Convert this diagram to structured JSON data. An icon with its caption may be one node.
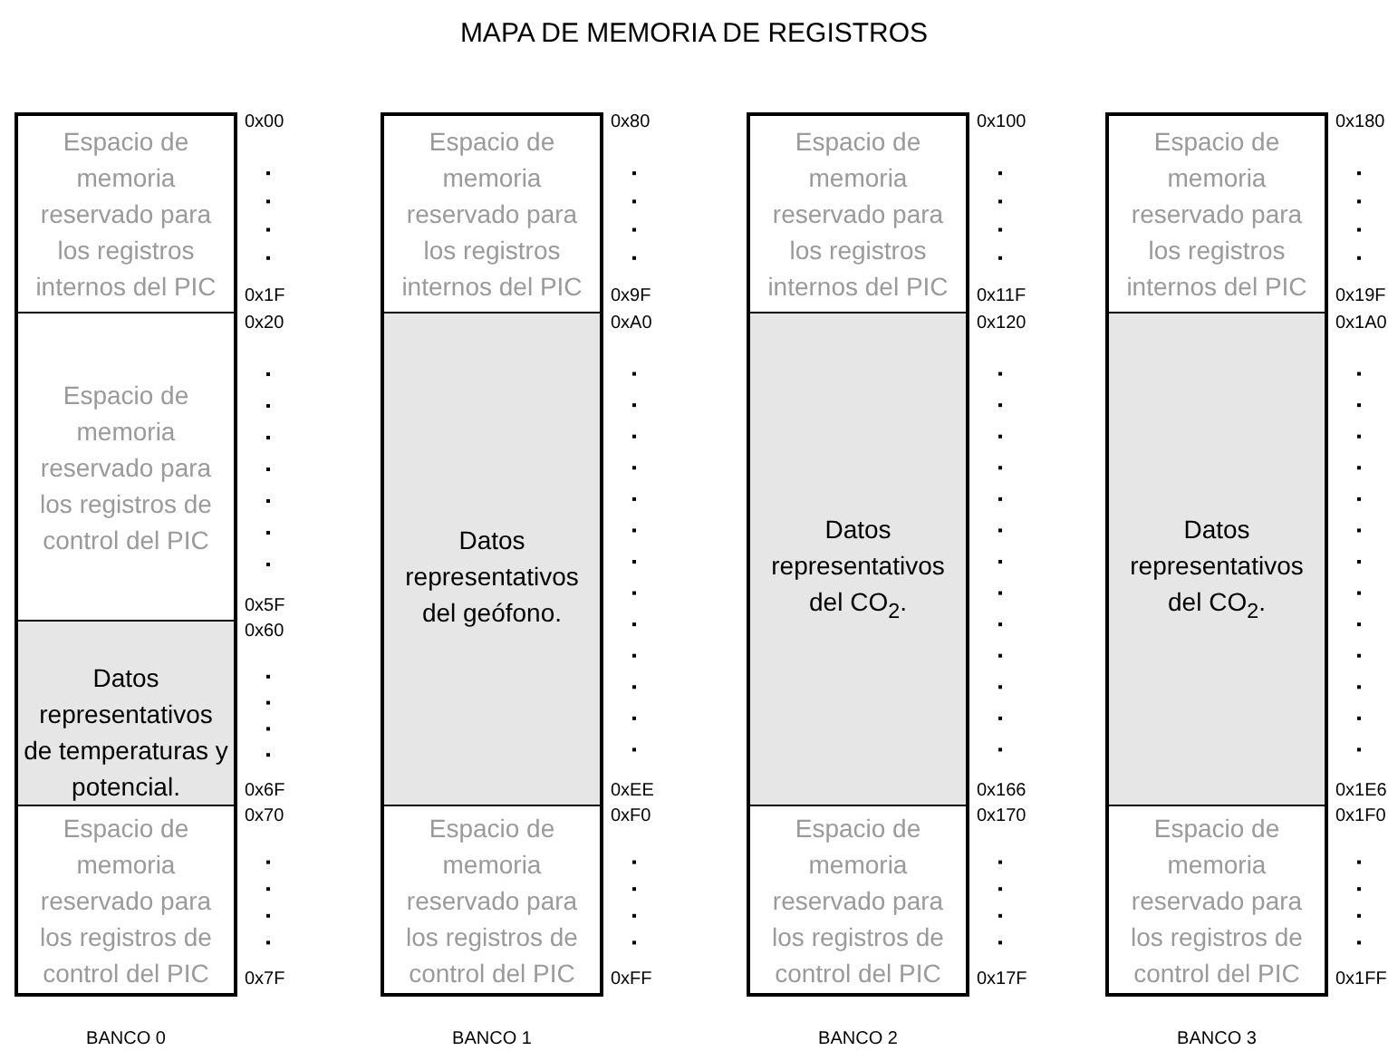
{
  "diagram": {
    "title": "MAPA DE MEMORIA DE REGISTROS",
    "nodes": [
      {
        "text": [],
        "shape": "box",
        "beside": [
          "BANCO 0"
        ]
      },
      {
        "text": [
          "Espacio de memoria reservado para los registros internos del PIC"
        ],
        "in": 0,
        "beside": [
          "0x00",
          "0x1F"
        ]
      },
      {
        "text": [
          "Espacio de memoria reservado para los registros de control del PIC"
        ],
        "in": 0,
        "beside": [
          "0x20",
          "0x5F"
        ]
      },
      {
        "text": [
          "Datos representativos de temperaturas y potencial."
        ],
        "in": 0,
        "beside": [
          "0x60",
          "0x6F"
        ]
      },
      {
        "text": [
          "Espacio de memoria reservado para los registros de control del PIC"
        ],
        "in": 0,
        "beside": [
          "0x70",
          "0x7F"
        ]
      },
      {
        "text": [],
        "shape": "box",
        "beside": [
          "BANCO 1"
        ]
      },
      {
        "text": [
          "Espacio de memoria reservado para los registros internos del PIC"
        ],
        "in": 5,
        "beside": [
          "0x80",
          "0x9F"
        ]
      },
      {
        "text": [
          "Datos representativos del geófono."
        ],
        "in": 5,
        "beside": [
          "0xA0",
          "0xEE"
        ]
      },
      {
        "text": [
          "Espacio de memoria reservado para los registros de control del PIC"
        ],
        "in": 5,
        "beside": [
          "0xF0",
          "0xFF"
        ]
      },
      {
        "text": [],
        "shape": "box",
        "beside": [
          "BANCO 2"
        ]
      },
      {
        "text": [
          "Espacio de memoria reservado para los registros internos del PIC"
        ],
        "in": 9,
        "beside": [
          "0x100",
          "0x11F"
        ]
      },
      {
        "text": [
          "Datos representativos del CO$_{2}$."
        ],
        "in": 9,
        "beside": [
          "0x120",
          "0x166"
        ]
      },
      {
        "text": [
          "Espacio de memoria reservado para los registros de control del PIC"
        ],
        "in": 9,
        "beside": [
          "0x170",
          "0x17F"
        ]
      },
      {
        "text": [],
        "shape": "box",
        "beside": [
          "BANCO 3"
        ]
      },
      {
        "text": [
          "Espacio de memoria reservado para los registros internos del PIC"
        ],
        "in": 13,
        "beside": [
          "0x180",
          "0x19F"
        ]
      },
      {
        "text": [
          "Datos representativos del CO$_{2}$."
        ],
        "in": 13,
        "beside": [
          "0x1A0",
          "0x1E6"
        ]
      },
      {
        "text": [
          "Espacio de memoria reservado para los registros de control del PIC"
        ],
        "in": 13,
        "beside": [
          "0x1F0",
          "0x1FF"
        ]
      }
    ],
    "edges": []
  }
}
